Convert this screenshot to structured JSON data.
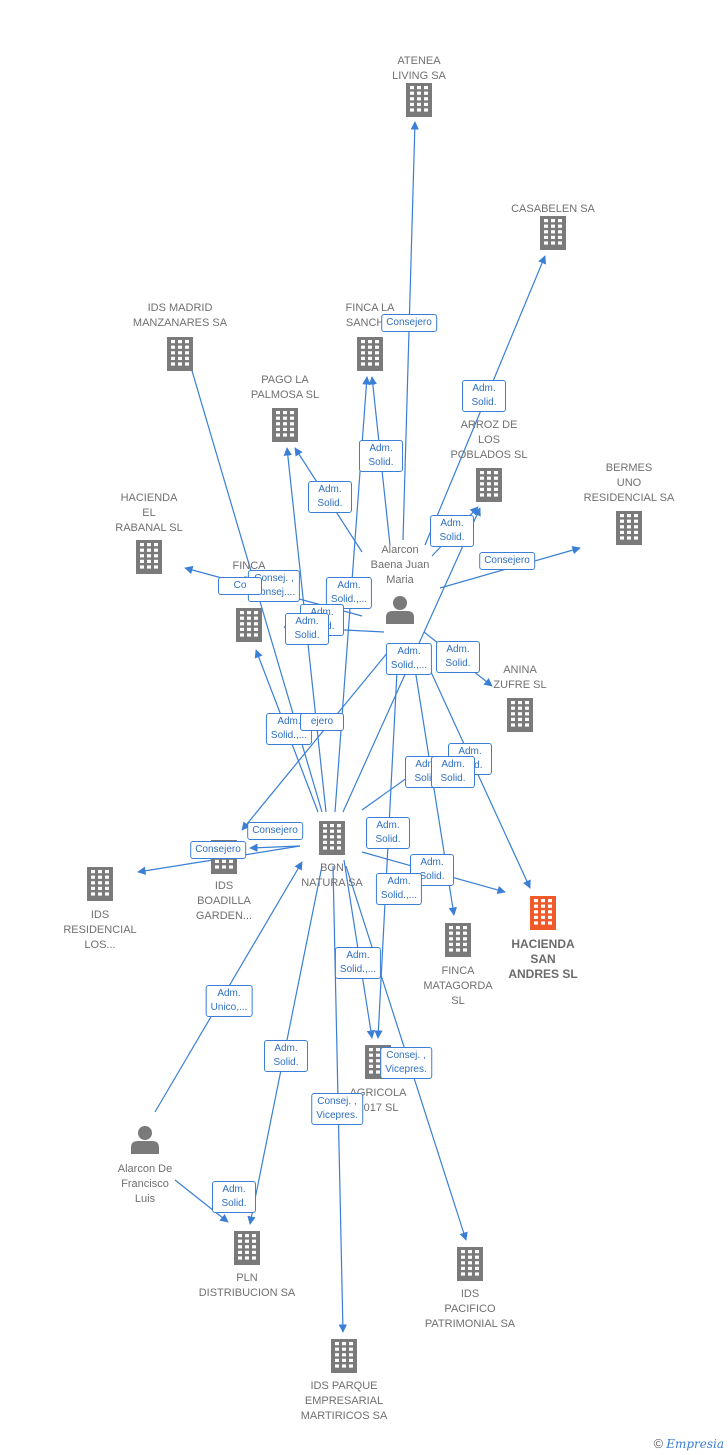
{
  "colors": {
    "edge": "#3a7fd5",
    "node": "#7a7a7a",
    "highlight": "#f05a2a"
  },
  "nodes": [
    {
      "id": "atenea",
      "type": "company",
      "label": "ATENEA\nLIVING SA"
    },
    {
      "id": "casabelen",
      "type": "company",
      "label": "CASABELEN SA"
    },
    {
      "id": "ids_madrid",
      "type": "company",
      "label": "IDS MADRID\nMANZANARES SA"
    },
    {
      "id": "finca_la",
      "type": "company",
      "label": "FINCA LA\nSANCHIT"
    },
    {
      "id": "pago",
      "type": "company",
      "label": "PAGO LA\nPALMOSA  SL"
    },
    {
      "id": "arroz",
      "type": "company",
      "label": "ARROZ DE\nLOS\nPOBLADOS  SL"
    },
    {
      "id": "bermes",
      "type": "company",
      "label": "BERMES\nUNO\nRESIDENCIAL SA"
    },
    {
      "id": "hacienda_el",
      "type": "company",
      "label": "HACIENDA\nEL\nRABANAL  SL"
    },
    {
      "id": "finca_c",
      "type": "company",
      "label": "FINCA\nCA"
    },
    {
      "id": "alarcon_juan",
      "type": "person",
      "label": "Alarcon\nBaena Juan\nMaria"
    },
    {
      "id": "anina",
      "type": "company",
      "label": "ANINA\nZUFRE SL"
    },
    {
      "id": "bon",
      "type": "company",
      "label": "BON\nNATURA SA"
    },
    {
      "id": "ids_boadilla",
      "type": "company",
      "label": "IDS\nBOADILLA\nGARDEN..."
    },
    {
      "id": "ids_res",
      "type": "company",
      "label": "IDS\nRESIDENCIAL\nLOS..."
    },
    {
      "id": "hacienda_san",
      "type": "company",
      "label": "HACIENDA\nSAN\nANDRES  SL",
      "highlight": true
    },
    {
      "id": "finca_mat",
      "type": "company",
      "label": "FINCA\nMATAGORDA\nSL"
    },
    {
      "id": "agricola",
      "type": "company",
      "label": "AGRICOLA\n2017  SL"
    },
    {
      "id": "alarcon_fr",
      "type": "person",
      "label": "Alarcon De\nFrancisco\nLuis"
    },
    {
      "id": "pln",
      "type": "company",
      "label": "PLN\nDISTRIBUCION SA"
    },
    {
      "id": "ids_pacifico",
      "type": "company",
      "label": "IDS\nPACIFICO\nPATRIMONIAL SA"
    },
    {
      "id": "ids_parque",
      "type": "company",
      "label": "IDS PARQUE\nEMPRESARIAL\nMARTIRICOS SA"
    }
  ],
  "edges": [
    {
      "from": "alarcon_juan",
      "to": "atenea"
    },
    {
      "from": "alarcon_juan",
      "to": "casabelen"
    },
    {
      "from": "alarcon_juan",
      "to": "finca_la"
    },
    {
      "from": "alarcon_juan",
      "to": "pago"
    },
    {
      "from": "alarcon_juan",
      "to": "arroz"
    },
    {
      "from": "alarcon_juan",
      "to": "bermes"
    },
    {
      "from": "alarcon_juan",
      "to": "hacienda_el"
    },
    {
      "from": "alarcon_juan",
      "to": "finca_c"
    },
    {
      "from": "alarcon_juan",
      "to": "anina"
    },
    {
      "from": "alarcon_juan",
      "to": "hacienda_san"
    },
    {
      "from": "alarcon_juan",
      "to": "finca_mat"
    },
    {
      "from": "alarcon_juan",
      "to": "agricola"
    },
    {
      "from": "alarcon_juan",
      "to": "ids_boadilla"
    },
    {
      "from": "bon",
      "to": "ids_madrid"
    },
    {
      "from": "bon",
      "to": "finca_la"
    },
    {
      "from": "bon",
      "to": "pago"
    },
    {
      "from": "bon",
      "to": "arroz"
    },
    {
      "from": "bon",
      "to": "finca_c"
    },
    {
      "from": "bon",
      "to": "ids_boadilla"
    },
    {
      "from": "bon",
      "to": "ids_res"
    },
    {
      "from": "bon",
      "to": "hacienda_san"
    },
    {
      "from": "bon",
      "to": "finca_mat"
    },
    {
      "from": "bon",
      "to": "agricola"
    },
    {
      "from": "bon",
      "to": "pln"
    },
    {
      "from": "bon",
      "to": "ids_pacifico"
    },
    {
      "from": "bon",
      "to": "ids_parque"
    },
    {
      "from": "alarcon_fr",
      "to": "bon"
    },
    {
      "from": "alarcon_fr",
      "to": "pln"
    }
  ],
  "edge_labels": [
    "Consejero",
    "Adm.\nSolid.",
    "Adm.\nSolid.",
    "Adm.\nSolid.",
    "Adm.\nSolid.",
    "Consejero",
    "Consej. ,\nConsej....",
    "Co",
    "Adm.\nSolid.,...",
    "Adm.\nSolid.",
    "Adm.\nSolid.",
    "Adm.\nSolid.",
    "Adm.\nSolid.,...",
    "Adm.\nSolid.",
    "Adm.\nSolid.,...",
    "ejero",
    "Adm.\nSolid.",
    "Adm.\nSolid.",
    "Adm.\nSolid.",
    "Consejero",
    "Consejero",
    "Adm.\nSolid.",
    "Adm.\nSolid.,...",
    "Adm.\nSolid.,...",
    "Adm.\nUnico,...",
    "Adm.\nSolid.",
    "Consej. ,\nVicepres.",
    "Consej. ,\nVicepres.",
    "Adm.\nSolid."
  ],
  "footer": {
    "copyright": "©",
    "brand": "Empresia"
  }
}
